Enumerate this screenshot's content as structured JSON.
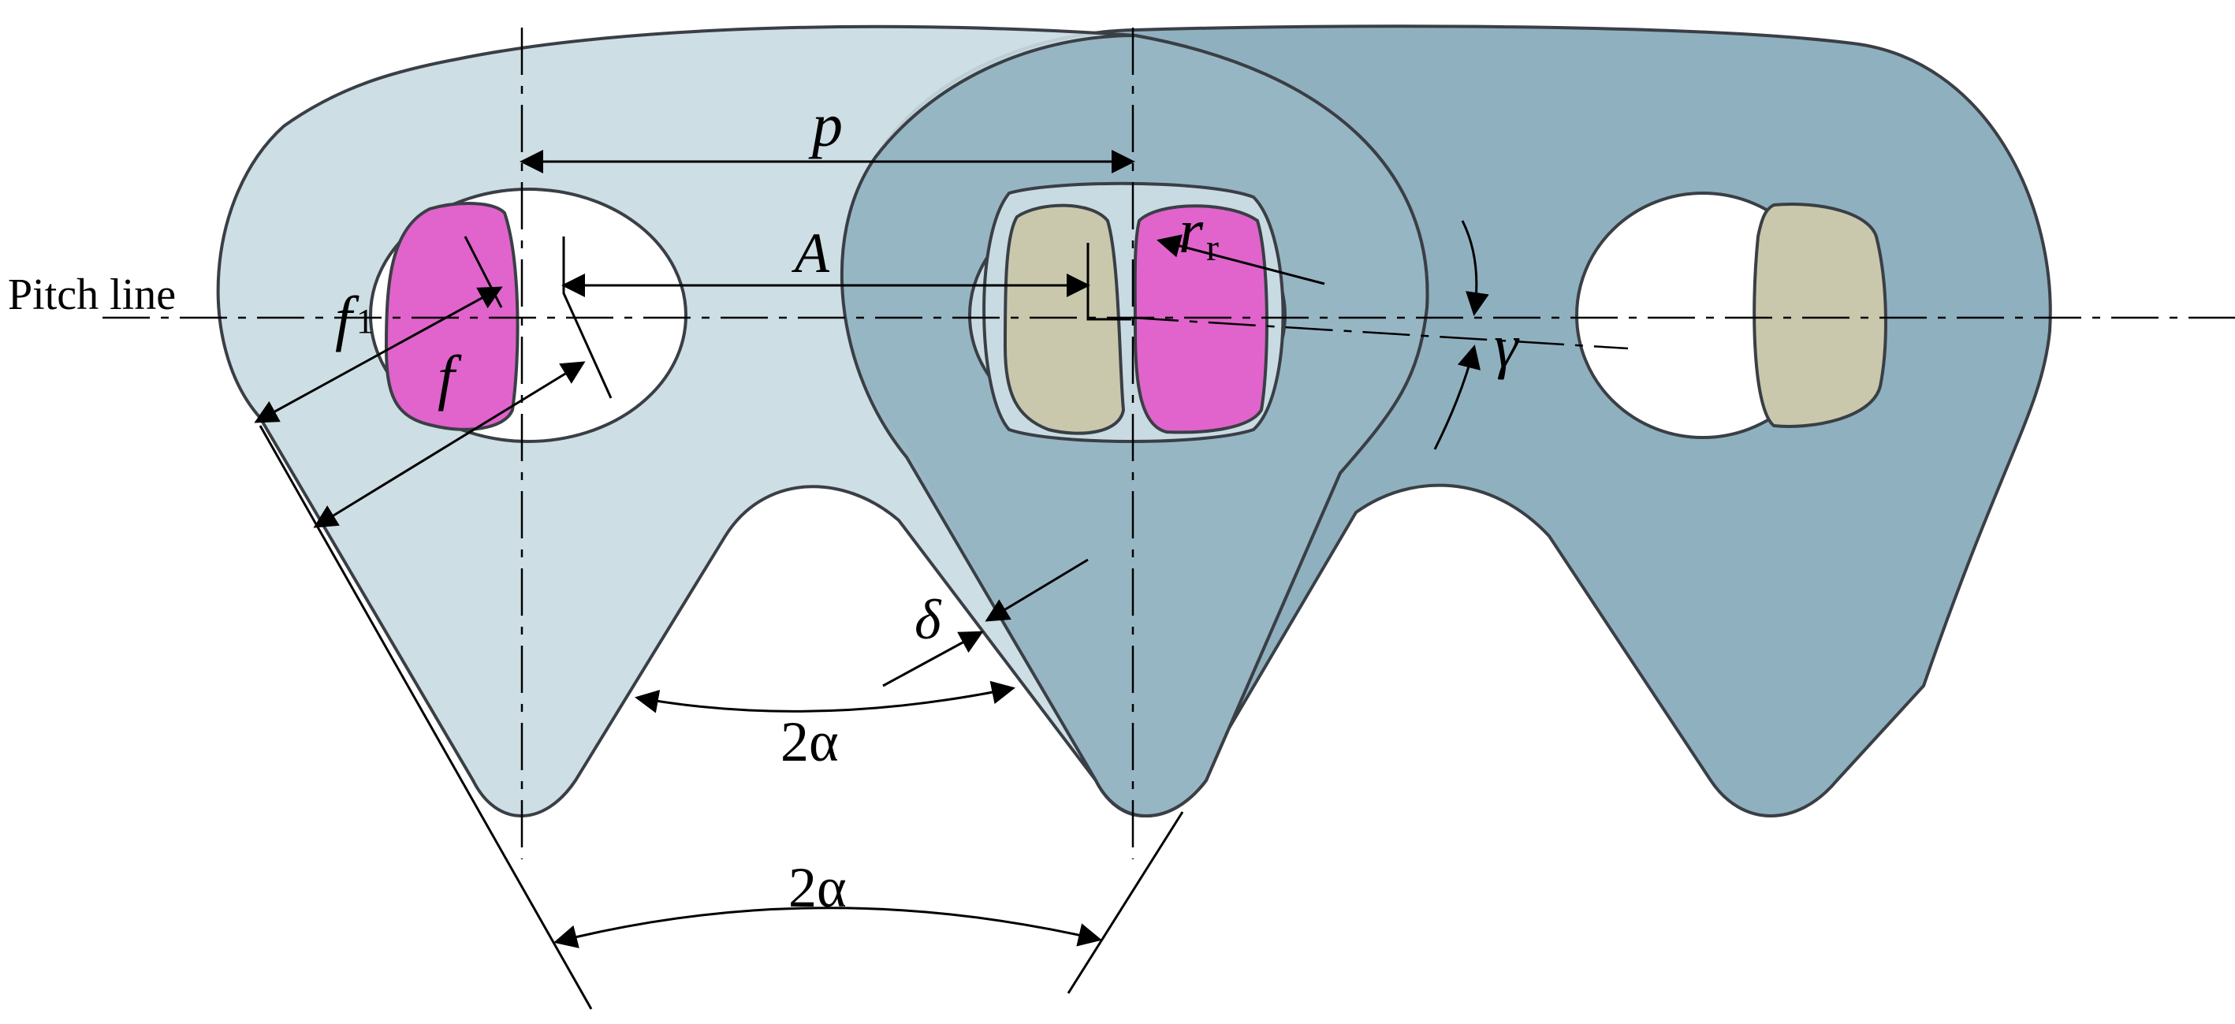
{
  "colors": {
    "front_link": "#c9dbe2",
    "rear_link": "#8fb0bf",
    "pin_magenta": "#e064cc",
    "pin_olive": "#c9c8ad",
    "outline": "#3a3f45"
  },
  "labels": {
    "pitch_line": "Pitch line",
    "p": "p",
    "A": "A",
    "r_main": "r",
    "r_sub": "r",
    "f1_main": "f",
    "f1_sub": "1",
    "f": "f",
    "gamma": "γ",
    "delta": "δ",
    "two_alpha_inner": "2α",
    "two_alpha_outer": "2α"
  }
}
